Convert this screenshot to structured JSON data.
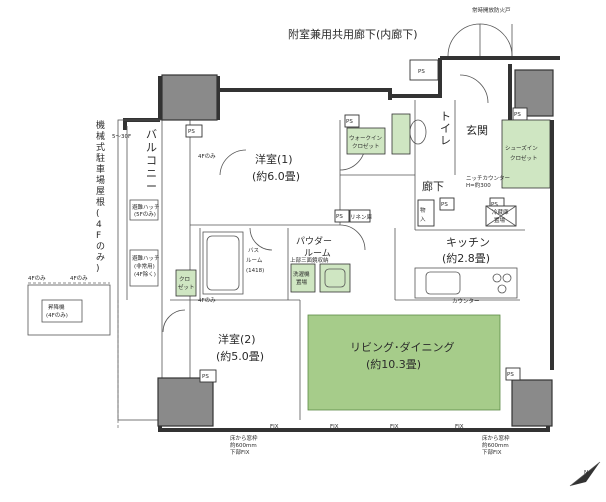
{
  "corridor_label": "附室兼用共用廊下(内廊下)",
  "fire_door": "常時開放防火戸",
  "rooms": {
    "western1_name": "洋室(1)",
    "western1_area": "(約6.0畳)",
    "western2_name": "洋室(2)",
    "western2_area": "(約5.0畳)",
    "living": "リビング･ダイニング",
    "living_area": "(約10.3畳)",
    "kitchen": "キッチン",
    "kitchen_area": "(約2.8畳)",
    "entrance": "玄関",
    "hallway": "廊下",
    "toilet": "トイレ",
    "powder1": "パウダー",
    "powder2": "ルーム",
    "bath1": "バス",
    "bath2": "ルーム",
    "bath3": "(1418)",
    "balcony": "バルコニー",
    "parking": "機械式駐車場屋根(4Fのみ)"
  },
  "labels": {
    "walkin": "ウォークイン",
    "closet": "クロゼット",
    "shoes_in": "シューズイン",
    "closet2": "クロゼット",
    "kuro": "クロ",
    "zetto": "ゼット",
    "storage1": "物",
    "storage2": "入",
    "fridge1": "冷蔵庫",
    "fridge2": "置場",
    "washer1": "洗濯機",
    "washer2": "置場",
    "niche1": "ニッチカウンター",
    "niche2": "H=約300",
    "counter": "カウンター",
    "linen": "リネン庫",
    "upper": "上部三面鏡収納",
    "hatch1": "避難ハッチ",
    "hatch2": "(5Fのみ)",
    "hatch3": "避難ハッチ",
    "hatch4": "(非常用)",
    "hatch5": "(4F除く)",
    "ladder1": "昇降機",
    "ladder2": "(4Fのみ)",
    "f4only_a": "4Fのみ",
    "f4only_b": "4Fのみ",
    "f4only_c": "4Fのみ",
    "f4only_d": "4Fのみ",
    "fix": "FIX",
    "ht_note": "5～30F",
    "sill_left_1": "床から窓枠",
    "sill_left_2": "約600mm",
    "sill_left_3": "下部FIX",
    "sill_right_1": "床から窓枠",
    "sill_right_2": "約600mm",
    "sill_right_3": "下部FIX"
  },
  "ps": "PS",
  "compass": "N"
}
